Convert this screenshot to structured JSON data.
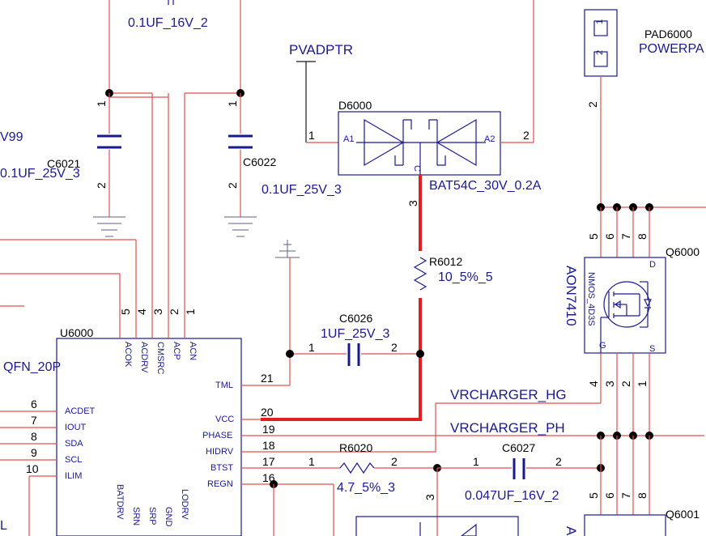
{
  "capacitors": {
    "top_value": "0.1UF_16V_2",
    "c6021": {
      "ref": "C6021",
      "value": "0.1UF_25V_3",
      "pin1": "1",
      "pin2": "2"
    },
    "c6022": {
      "ref": "C6022",
      "value": "0.1UF_25V_3",
      "pin1": "1",
      "pin2": "2"
    },
    "c6026": {
      "ref": "C6026",
      "value": "1UF_25V_3",
      "pin1": "1",
      "pin2": "2"
    },
    "c6027": {
      "ref": "C6027",
      "value": "0.047UF_16V_2",
      "pin1": "1",
      "pin2": "2"
    }
  },
  "left_net": "V99",
  "diode": {
    "ref": "D6000",
    "value": "BAT54C_30V_0.2A",
    "pin1": "1",
    "pin2": "2",
    "pin3": "3",
    "a1": "A1",
    "a2": "A2",
    "c": "C"
  },
  "net_pvadptr": "PVADPTR",
  "resistors": {
    "r6012": {
      "ref": "R6012",
      "value": "10_5%_5"
    },
    "r6020": {
      "ref": "R6020",
      "value": "4.7_5%_3",
      "pin1": "1",
      "pin2": "2"
    }
  },
  "pad": {
    "ref": "PAD6000",
    "value": "POWERPA",
    "pin1": "1",
    "pin2": "2",
    "lead": "2"
  },
  "q6000": {
    "ref": "Q6000",
    "part": "AON7410",
    "model": "NMOS_4D3S",
    "d": "D",
    "g": "G",
    "s": "S",
    "top_pins": [
      "5",
      "6",
      "7",
      "8"
    ],
    "bottom_pins": [
      "4",
      "3",
      "2",
      "1"
    ]
  },
  "q6001": {
    "ref": "Q6001",
    "top_pins": [
      "5",
      "6",
      "7",
      "8"
    ],
    "partial": "A"
  },
  "nets": {
    "hg": "VRCHARGER_HG",
    "ph": "VRCHARGER_PH",
    "left_bottom": "L"
  },
  "u6000": {
    "ref": "U6000",
    "package": "QFN_20P",
    "left_pins": [
      {
        "num": "6",
        "name": "ACDET"
      },
      {
        "num": "7",
        "name": "IOUT"
      },
      {
        "num": "8",
        "name": "SDA"
      },
      {
        "num": "9",
        "name": "SCL"
      },
      {
        "num": "10",
        "name": "ILIM"
      }
    ],
    "top_pins": [
      {
        "num": "5",
        "name": "ACOK"
      },
      {
        "num": "4",
        "name": "ACDRV"
      },
      {
        "num": "3",
        "name": "CMSRC"
      },
      {
        "num": "2",
        "name": "ACP"
      },
      {
        "num": "1",
        "name": "ACN"
      }
    ],
    "right_pins": [
      {
        "num": "21",
        "name": "TML"
      },
      {
        "num": "20",
        "name": "VCC"
      },
      {
        "num": "19",
        "name": "PHASE"
      },
      {
        "num": "18",
        "name": "HIDRV"
      },
      {
        "num": "17",
        "name": "BTST"
      },
      {
        "num": "16",
        "name": "REGN"
      }
    ],
    "bottom_pins": [
      {
        "name": "BATDRV"
      },
      {
        "name": "SRN"
      },
      {
        "name": "SRP"
      },
      {
        "name": "GND"
      },
      {
        "name": "LODRV"
      }
    ]
  },
  "c6026_pins": {
    "p1": "1",
    "p2": "2"
  },
  "misc_pins": {
    "r6012_top": "3",
    "lower_pin": "3"
  }
}
